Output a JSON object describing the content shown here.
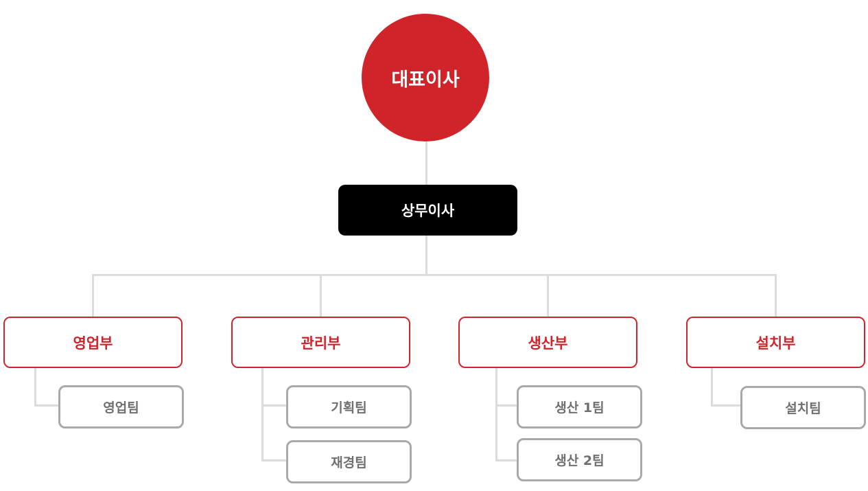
{
  "ceo": {
    "label": "대표이사"
  },
  "vp": {
    "label": "상무이사"
  },
  "departments": [
    {
      "label": "영업부",
      "teams": [
        "영업팀"
      ]
    },
    {
      "label": "관리부",
      "teams": [
        "기획팀",
        "재경팀"
      ]
    },
    {
      "label": "생산부",
      "teams": [
        "생산 1팀",
        "생산 2팀"
      ]
    },
    {
      "label": "설치부",
      "teams": [
        "설치팀"
      ]
    }
  ],
  "colors": {
    "accent": "#d0232a",
    "vp": "#000000",
    "connector": "#dcdcdc",
    "team_border": "#a9a9a9",
    "team_text": "#6f6f6f"
  }
}
